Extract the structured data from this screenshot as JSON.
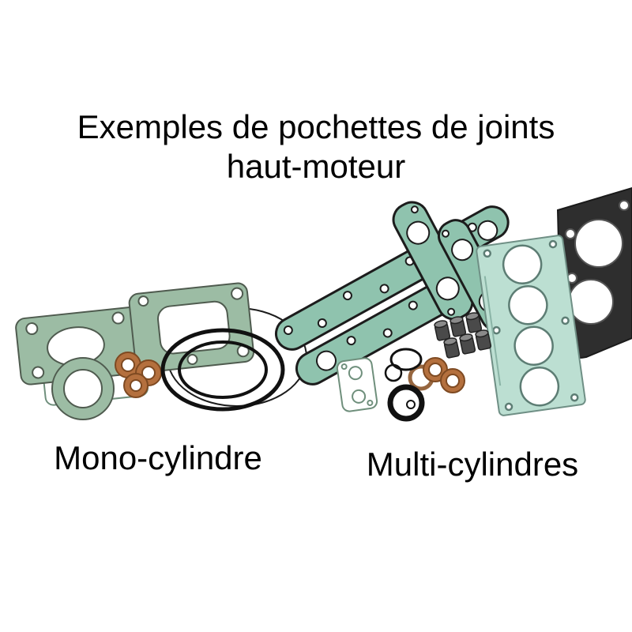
{
  "title": {
    "line1": "Exemples de pochettes de joints",
    "line2": "haut-moteur"
  },
  "labels": {
    "mono": "Mono-cylindre",
    "multi": "Multi-cylindres"
  },
  "colors": {
    "background": "#FFFFFF",
    "gasket_green": "#9CBCA4",
    "gasket_teal": "#8FC3AE",
    "gasket_teal_light": "#BCDFD2",
    "copper": "#B4703E",
    "copper_dark": "#7E4A22",
    "metal_dark": "#2E2E2E",
    "ring_black": "#111111",
    "text_black": "#000000"
  }
}
